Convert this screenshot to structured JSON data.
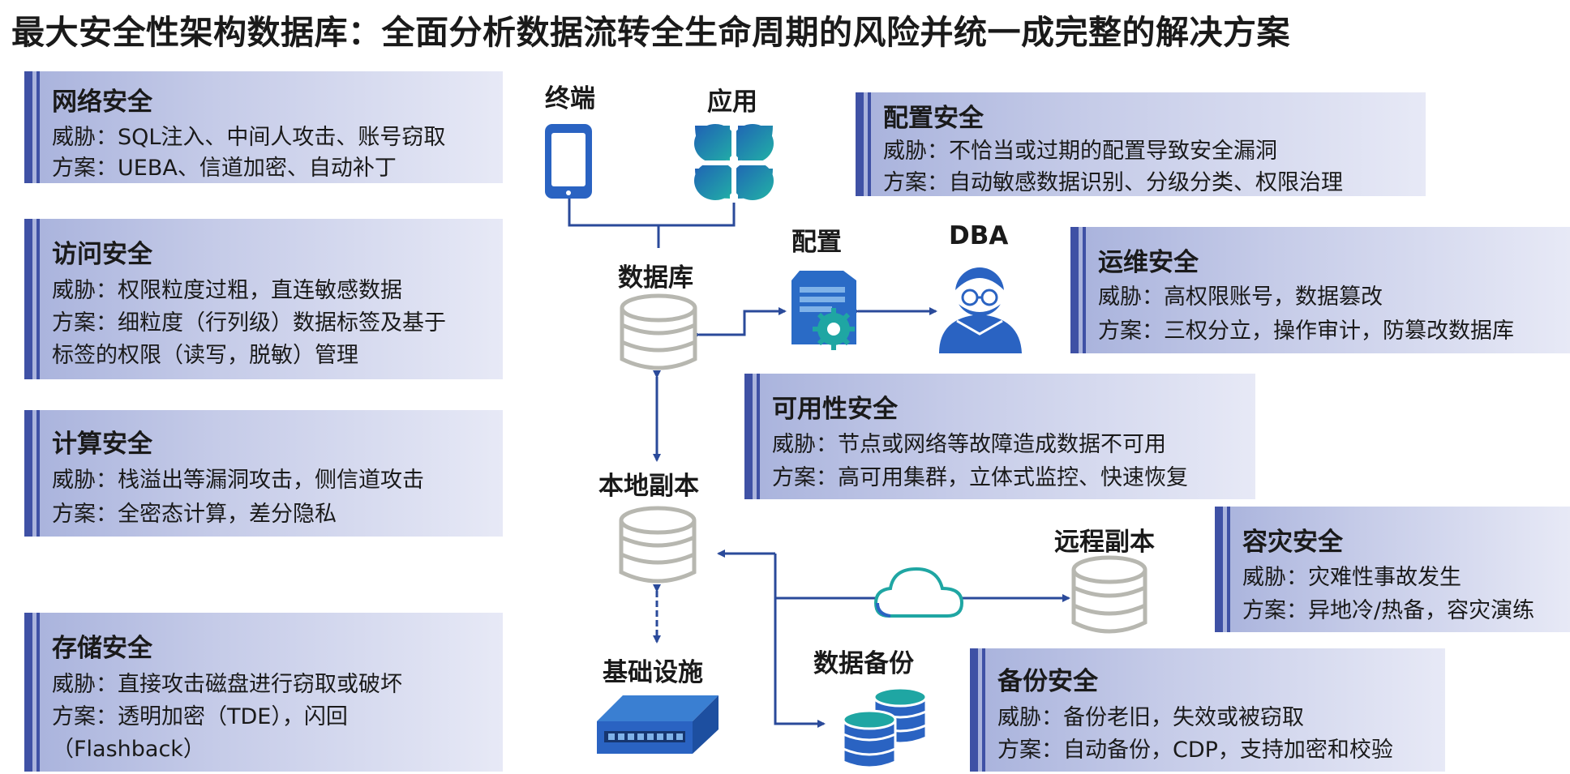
{
  "title": "最大安全性架构数据库：全面分析数据流转全生命周期的风险并统一成完整的解决方案",
  "cards": {
    "network": {
      "title": "网络安全",
      "lines": [
        "威胁：SQL注入、中间人攻击、账号窃取",
        "方案：UEBA、信道加密、自动补丁"
      ]
    },
    "access": {
      "title": "访问安全",
      "lines": [
        "威胁：权限粒度过粗，直连敏感数据",
        "方案：细粒度（行列级）数据标签及基于",
        "标签的权限（读写，脱敏）管理"
      ]
    },
    "compute": {
      "title": "计算安全",
      "lines": [
        "威胁：栈溢出等漏洞攻击，侧信道攻击",
        "方案：全密态计算，差分隐私"
      ]
    },
    "storage": {
      "title": "存储安全",
      "lines": [
        "威胁：直接攻击磁盘进行窃取或破坏",
        "方案：透明加密（TDE），闪回",
        "（Flashback）"
      ]
    },
    "config": {
      "title": "配置安全",
      "lines": [
        "威胁：不恰当或过期的配置导致安全漏洞",
        "方案：自动敏感数据识别、分级分类、权限治理"
      ]
    },
    "ops": {
      "title": "运维安全",
      "lines": [
        "威胁：高权限账号，数据篡改",
        "方案：三权分立，操作审计，防篡改数据库"
      ]
    },
    "availability": {
      "title": "可用性安全",
      "lines": [
        "威胁：节点或网络等故障造成数据不可用",
        "方案：高可用集群，立体式监控、快速恢复"
      ]
    },
    "disaster": {
      "title": "容灾安全",
      "lines": [
        "威胁：灾难性事故发生",
        "方案：异地冷/热备，容灾演练"
      ]
    },
    "backup": {
      "title": "备份安全",
      "lines": [
        "威胁：备份老旧，失效或被窃取",
        "方案：自动备份，CDP，支持加密和校验"
      ]
    }
  },
  "diagram": {
    "terminal": "终端",
    "app": "应用",
    "database": "数据库",
    "config": "配置",
    "dba": "DBA",
    "local_replica": "本地副本",
    "remote_replica": "远程副本",
    "infrastructure": "基础设施",
    "data_backup": "数据备份"
  },
  "colors": {
    "accent": "#3f51a5",
    "arrow": "#2a4a9a",
    "icon_blue": "#1f63b8",
    "icon_teal": "#1fa6a3",
    "db_gray": "#b7b7b0"
  }
}
